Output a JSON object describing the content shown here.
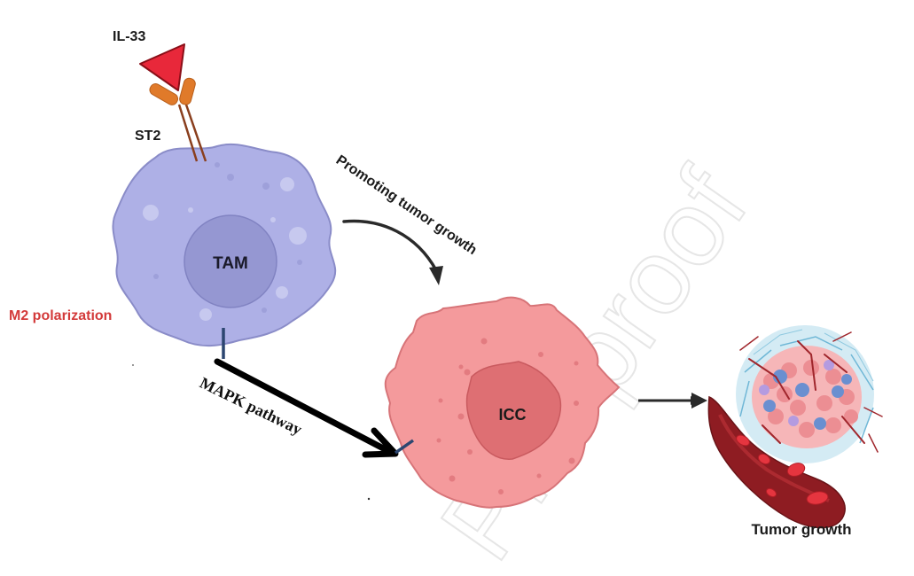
{
  "labels": {
    "ligand": "IL-33",
    "receptor": "ST2",
    "macrophage": "TAM",
    "polarization": "M2 polarization",
    "promoting": "Promoting tumor growth",
    "pathway": "MAPK pathway",
    "tumor_cell": "ICC",
    "outcome": "Tumor growth"
  },
  "watermark": "Pre-proof",
  "colors": {
    "tam_cell": "#aeb0e6",
    "tam_nucleus": "#9597d2",
    "icc_cell": "#f49a9c",
    "icc_nucleus": "#de6f73",
    "ligand": "#e8283a",
    "receptor": "#e07a2a",
    "polarization_text": "#d33a3a",
    "vessel": "#8e1c22"
  }
}
